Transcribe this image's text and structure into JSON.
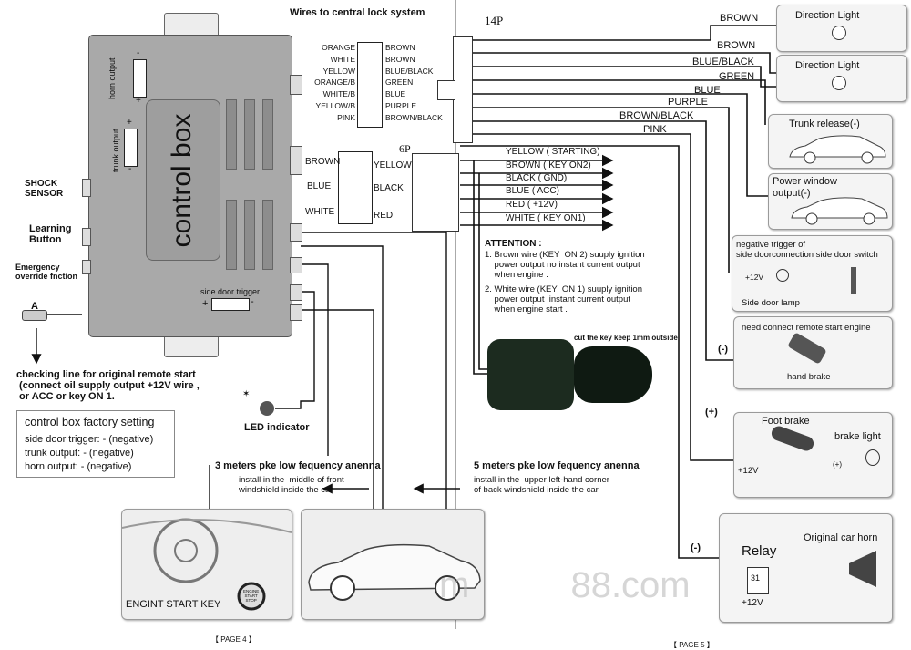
{
  "header": {
    "central_lock_title": "Wires to central lock system",
    "connector_14p": "14P",
    "connector_6p": "6P"
  },
  "control_box": {
    "title": "control box",
    "horn_output": "horn output",
    "trunk_output": "trunk output",
    "side_door_trigger": "side door trigger",
    "plus": "+",
    "minus": "-"
  },
  "left_labels": {
    "shock_sensor": "SHOCK\nSENSOR",
    "learning_button": "Learning\nButton",
    "emergency": "Emergency\noverride fnction",
    "a_label": "A",
    "checking_line": "checking line for original remote start\n (connect oil supply output +12V wire ,\n or ACC or key ON 1.",
    "led_indicator": "LED indicator"
  },
  "factory_setting": {
    "title": "control box factory setting",
    "lines": [
      "side door trigger: - (negative)",
      "trunk output: - (negative)",
      "horn output: - (negative)"
    ]
  },
  "lock_connector": {
    "left": [
      "ORANGE",
      "WHITE",
      "YELLOW",
      "ORANGE/B",
      "WHITE/B",
      "YELLOW/B",
      "PINK"
    ],
    "right": [
      "BROWN",
      "BROWN",
      "BLUE/BLACK",
      "GREEN",
      "BLUE",
      "PURPLE",
      "BROWN/BLACK"
    ]
  },
  "connector_6p_labels": {
    "left": [
      "BROWN",
      "BLUE",
      "WHITE"
    ],
    "right": [
      "YELLOW",
      "BLACK",
      "RED"
    ]
  },
  "ignition_wires": [
    "YELLOW ( STARTING)",
    "BROWN ( KEY ON2)",
    "BLACK ( GND)",
    "BLUE  ( ACC)",
    "RED  ( +12V)",
    "WHITE ( KEY ON1)"
  ],
  "output_wires": [
    "BROWN",
    "BROWN",
    "BLUE/BLACK",
    "GREEN",
    "BLUE",
    "PURPLE",
    "BROWN/BLACK",
    "PINK"
  ],
  "attention": {
    "title": "ATTENTION :",
    "items": [
      "1. Brown wire (KEY  ON 2) suuply ignition\n    power output no instant current output\n    when engine .",
      "2. White wire (KEY  ON 1) suuply ignition\n    power output  instant current output\n    when engine start ."
    ],
    "key_note": "cut the key keep 1mm outside"
  },
  "right_panels": {
    "direction_light_1": "Direction Light",
    "direction_light_2": "Direction Light",
    "trunk_release": "Trunk release(-)",
    "power_window": "Power window\noutput(-)",
    "side_door": {
      "line1": "negative trigger of",
      "line2": "side doorconnection  side door switch",
      "plus12": "+12V",
      "lamp": "Side door lamp"
    },
    "remote_start": {
      "title": "need connect remote start engine",
      "hand_brake": "hand brake",
      "polarity": "(-)"
    },
    "foot_brake": {
      "title": "Foot brake",
      "brake_light": "brake light",
      "plus12": "+12V",
      "polarity": "(+)",
      "plus_small": "(+)"
    },
    "horn": {
      "relay": "Relay",
      "title": "Original car horn",
      "plus12": "+12V",
      "polarity": "(-)",
      "relay_pin": "31"
    }
  },
  "antennas": {
    "a3": {
      "title": "3 meters pke low fequency anenna",
      "desc": "install in the  middle of front\nwindshield inside the car"
    },
    "a5": {
      "title": "5 meters pke low fequency anenna",
      "desc": "install in the  upper left-hand corner\nof back windshield inside the car"
    }
  },
  "bottom": {
    "engine_start_key": "ENGINT START KEY",
    "button_text": "ENGINE\nSTART\nSTOP",
    "page4": "【 PAGE 4 】",
    "page5": "【 PAGE 5 】",
    "watermark": "m          88.com"
  }
}
